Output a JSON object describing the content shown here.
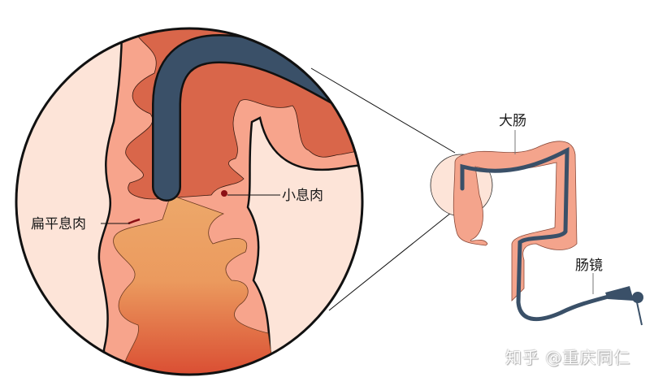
{
  "labels": {
    "flat_polyp": "扁平息肉",
    "small_polyp": "小息肉",
    "large_intestine": "大肠",
    "colonoscope": "肠镜"
  },
  "watermark": "知乎 @重庆同仁",
  "colors": {
    "background": "#ffffff",
    "outer_light": "#fde4d8",
    "mucosa_light": "#f7a48c",
    "mucosa_dark": "#d9664a",
    "lumen_top": "#eda86a",
    "lumen_bottom": "#d8452e",
    "scope": "#3a5068",
    "polyp": "#8c0f14",
    "outline": "#111111"
  }
}
